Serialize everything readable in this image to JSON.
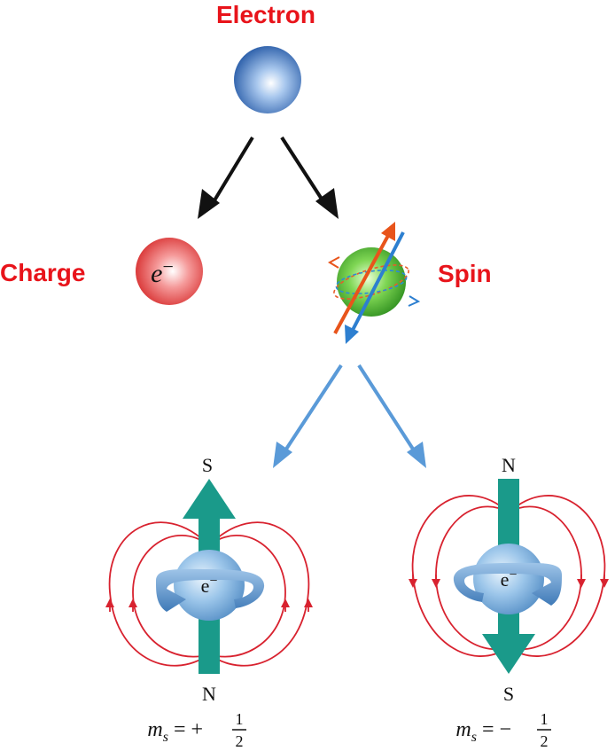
{
  "nodes": {
    "electron": {
      "label": "Electron"
    },
    "charge": {
      "label": "Charge",
      "symbol": "e",
      "sup": "−"
    },
    "spin": {
      "label": "Spin"
    }
  },
  "spin_states": [
    {
      "top_pole": "S",
      "bottom_pole": "N",
      "electron_symbol": "e",
      "electron_sup": "−",
      "ms_var": "m",
      "ms_sub": "s",
      "ms_sign": "= +",
      "ms_num": "1",
      "ms_den": "2",
      "arrow_direction": "up"
    },
    {
      "top_pole": "N",
      "bottom_pole": "S",
      "electron_symbol": "e",
      "electron_sup": "−",
      "ms_var": "m",
      "ms_sub": "s",
      "ms_sign": "= −",
      "ms_num": "1",
      "ms_den": "2",
      "arrow_direction": "down"
    }
  ],
  "colors": {
    "label_red": "#e8141b",
    "electron_blue": "#2f6fc0",
    "charge_red": "#e84545",
    "spin_green": "#5cc23a",
    "teal_arrow": "#1a9a8a",
    "field_line_red": "#d8222f",
    "light_blue_arrow": "#5a9ad8"
  }
}
